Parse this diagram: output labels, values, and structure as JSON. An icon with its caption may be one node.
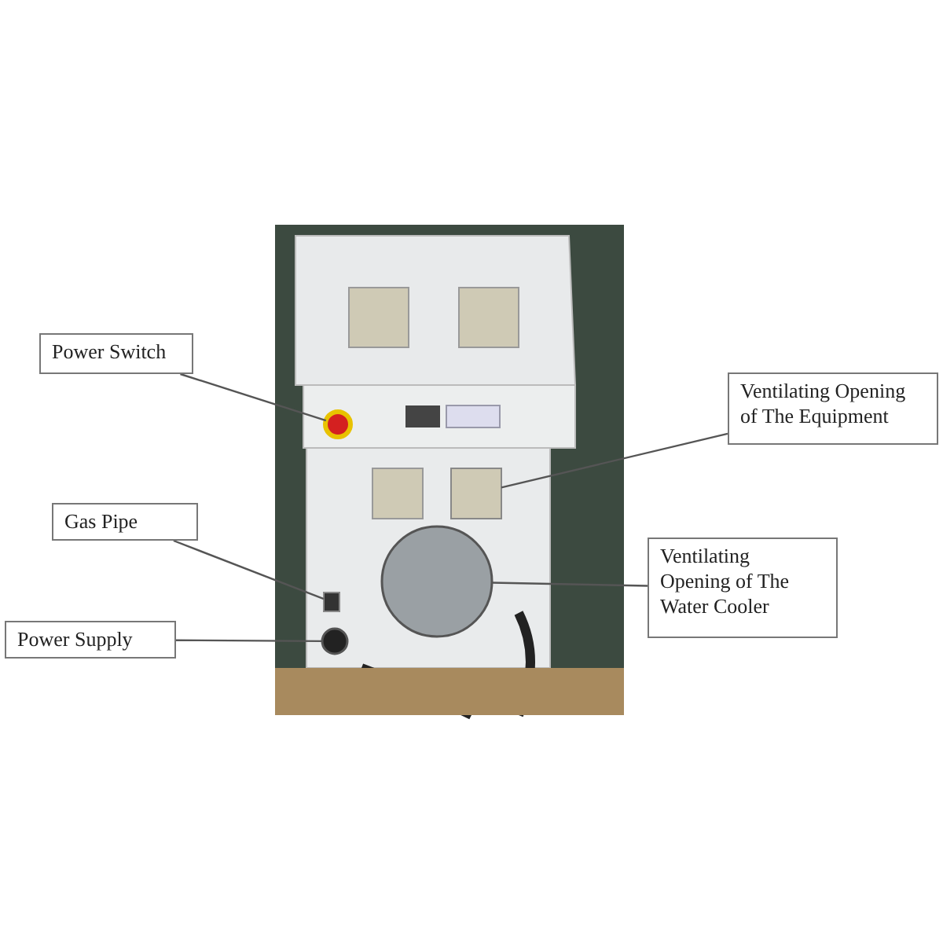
{
  "diagram": {
    "nodes": [
      {
        "text": [
          "Power Switch"
        ]
      },
      {
        "text": [],
        "shape": "circle"
      },
      {
        "text": [
          "Ventilating Opening of The Equipment"
        ]
      },
      {
        "text": [],
        "shape": "box"
      },
      {
        "text": [
          "Gas Pipe"
        ]
      },
      {
        "text": [],
        "shape": "box"
      },
      {
        "text": [
          "Ventilating Opening of The Water Cooler"
        ]
      },
      {
        "text": [],
        "shape": "circle"
      },
      {
        "text": [
          "Power Supply"
        ]
      },
      {
        "text": [],
        "shape": "circle"
      }
    ],
    "edges": [
      {
        "from": 0,
        "to": 1,
        "arrow": "none"
      },
      {
        "from": 2,
        "to": 3,
        "arrow": "none"
      },
      {
        "from": 4,
        "to": 5,
        "arrow": "none"
      },
      {
        "from": 6,
        "to": 7,
        "arrow": "none"
      },
      {
        "from": 8,
        "to": 9,
        "arrow": "none"
      }
    ]
  }
}
